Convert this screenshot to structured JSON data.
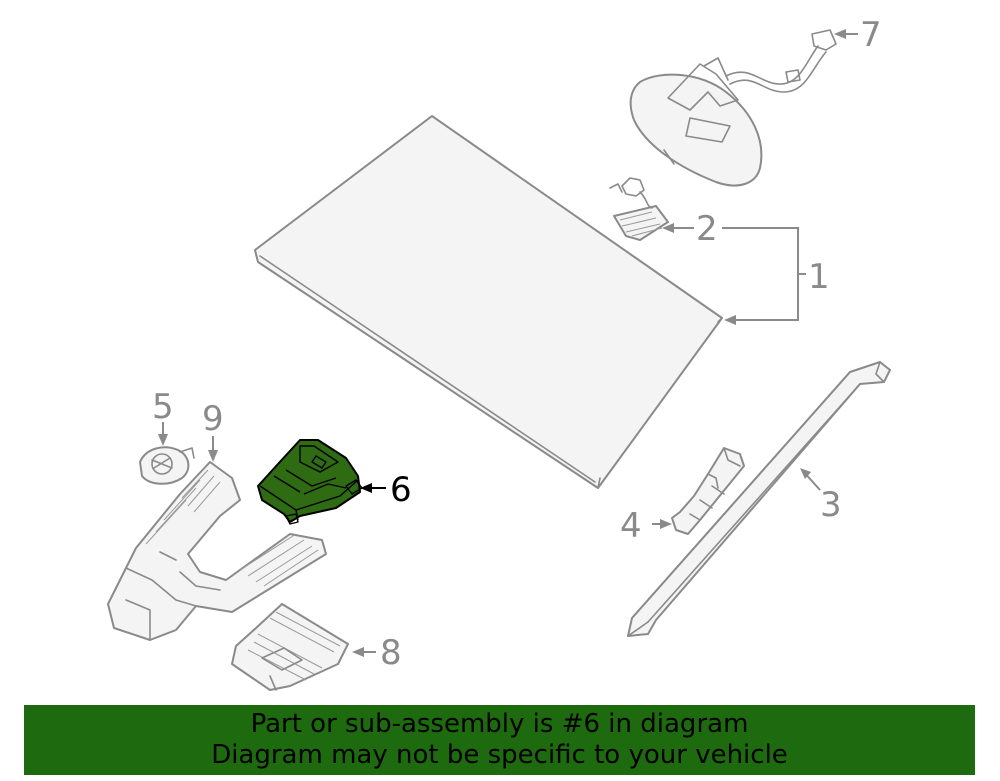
{
  "callouts": {
    "c1": "1",
    "c2": "2",
    "c3": "3",
    "c4": "4",
    "c5": "5",
    "c6": "6",
    "c7": "7",
    "c8": "8",
    "c9": "9"
  },
  "highlight_part": "6",
  "colors": {
    "line": "#8a8a8a",
    "highlight_fill": "#2e6b12",
    "banner": "#1e6a0e"
  },
  "banner": {
    "line1": "Part or sub-assembly is #6 in diagram",
    "line2": "Diagram may not be specific to your vehicle"
  }
}
